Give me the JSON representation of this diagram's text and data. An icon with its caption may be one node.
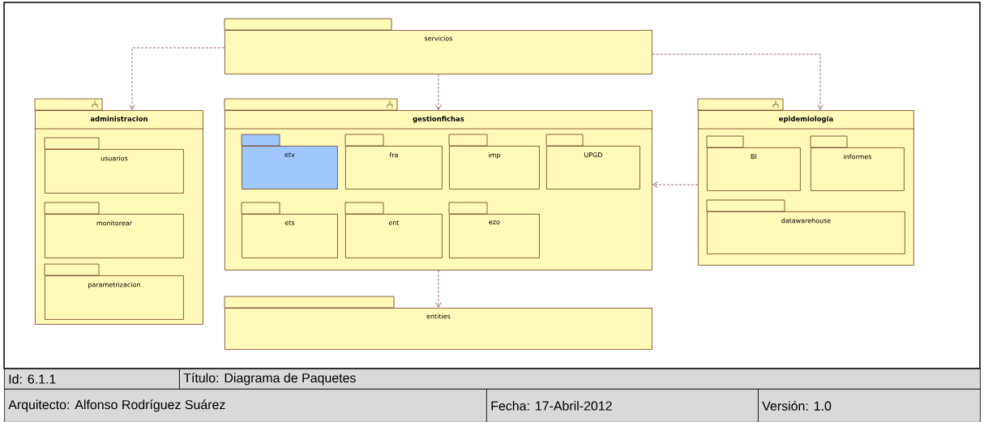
{
  "diagram": {
    "nodes": [
      {
        "text": [
          "servicios"
        ]
      },
      {
        "text": [
          "administracion"
        ]
      },
      {
        "text": [
          "usuarios"
        ],
        "in": 1
      },
      {
        "text": [
          "monitorear"
        ],
        "in": 1
      },
      {
        "text": [
          "parametrizacion"
        ],
        "in": 1
      },
      {
        "text": [
          "gestionfichas"
        ]
      },
      {
        "text": [
          "etv"
        ],
        "in": 5
      },
      {
        "text": [
          "fra"
        ],
        "in": 5
      },
      {
        "text": [
          "imp"
        ],
        "in": 5
      },
      {
        "text": [
          "UPGD"
        ],
        "in": 5
      },
      {
        "text": [
          "ets"
        ],
        "in": 5
      },
      {
        "text": [
          "ent"
        ],
        "in": 5
      },
      {
        "text": [
          "ezo"
        ],
        "in": 5
      },
      {
        "text": [
          "epidemiologia"
        ]
      },
      {
        "text": [
          "BI"
        ],
        "in": 13
      },
      {
        "text": [
          "informes"
        ],
        "in": 13
      },
      {
        "text": [
          "datawarehouse"
        ],
        "in": 13
      },
      {
        "text": [
          "entities"
        ]
      }
    ],
    "edges": [
      {
        "from": 0,
        "to": 1,
        "arrow": "to",
        "style": "dashed"
      },
      {
        "from": 0,
        "to": 5,
        "arrow": "to",
        "style": "dashed"
      },
      {
        "from": 0,
        "to": 13,
        "arrow": "to",
        "style": "dashed"
      },
      {
        "from": 13,
        "to": 5,
        "arrow": "to",
        "style": "dashed"
      },
      {
        "from": 5,
        "to": 17,
        "arrow": "to",
        "style": "dashed"
      }
    ],
    "labels": [
      "Id: 6.1.1",
      "Título: Diagrama de Paquetes",
      "Arquitecto: Alfonso Rodríguez Suárez",
      "Fecha: 17-Abril-2012",
      "Versión: 1.0"
    ]
  }
}
